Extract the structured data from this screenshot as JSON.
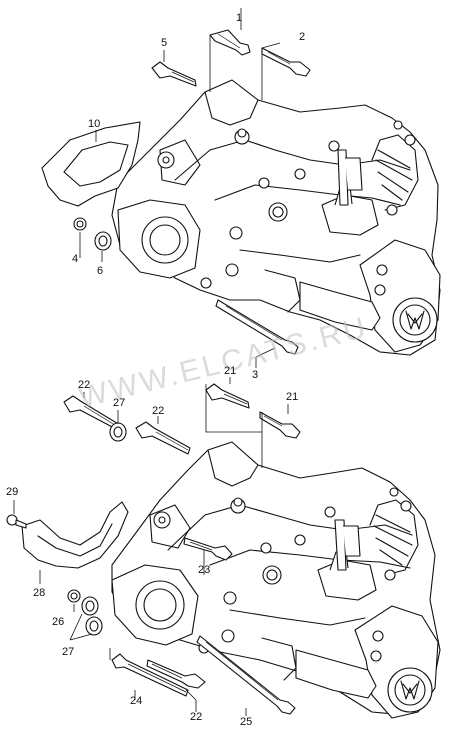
{
  "watermark": "WWW.ELCATS.RU",
  "callouts": {
    "c1": "1",
    "c2": "2",
    "c3": "3",
    "c4": "4",
    "c5": "5",
    "c6": "6",
    "c10": "10",
    "c21a": "21",
    "c21b": "21",
    "c22a": "22",
    "c22b": "22",
    "c22c": "22",
    "c23": "23",
    "c24": "24",
    "c25": "25",
    "c26": "26",
    "c27a": "27",
    "c27b": "27",
    "c28": "28",
    "c29": "29"
  }
}
